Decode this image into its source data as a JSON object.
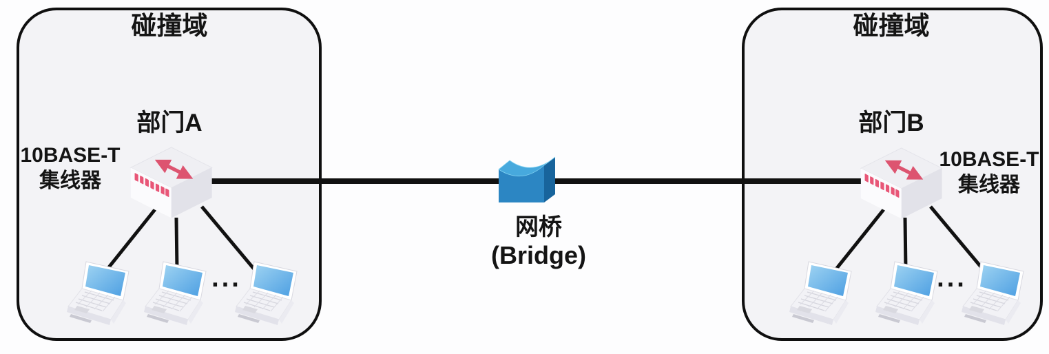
{
  "diagram": {
    "left_domain": {
      "title": "碰撞域",
      "department": "部门A",
      "hub_label_line1": "10BASE-T",
      "hub_label_line2": "集线器",
      "ellipsis": "..."
    },
    "right_domain": {
      "title": "碰撞域",
      "department": "部门B",
      "hub_label_line1": "10BASE-T",
      "hub_label_line2": "集线器",
      "ellipsis": "..."
    },
    "bridge": {
      "label_cn": "网桥",
      "label_en": "(Bridge)"
    },
    "colors": {
      "domain_fill": "#f3f3f6",
      "domain_border": "#0f0f0f",
      "connection_line": "#111111",
      "bridge_front": "#2c86c3",
      "bridge_top": "#47a9dd",
      "bridge_side": "#18649c",
      "hub_arrow": "#dd5470",
      "hub_ports": "#e85677",
      "laptop_screen": "#4d9fe2",
      "text": "#141414"
    }
  }
}
